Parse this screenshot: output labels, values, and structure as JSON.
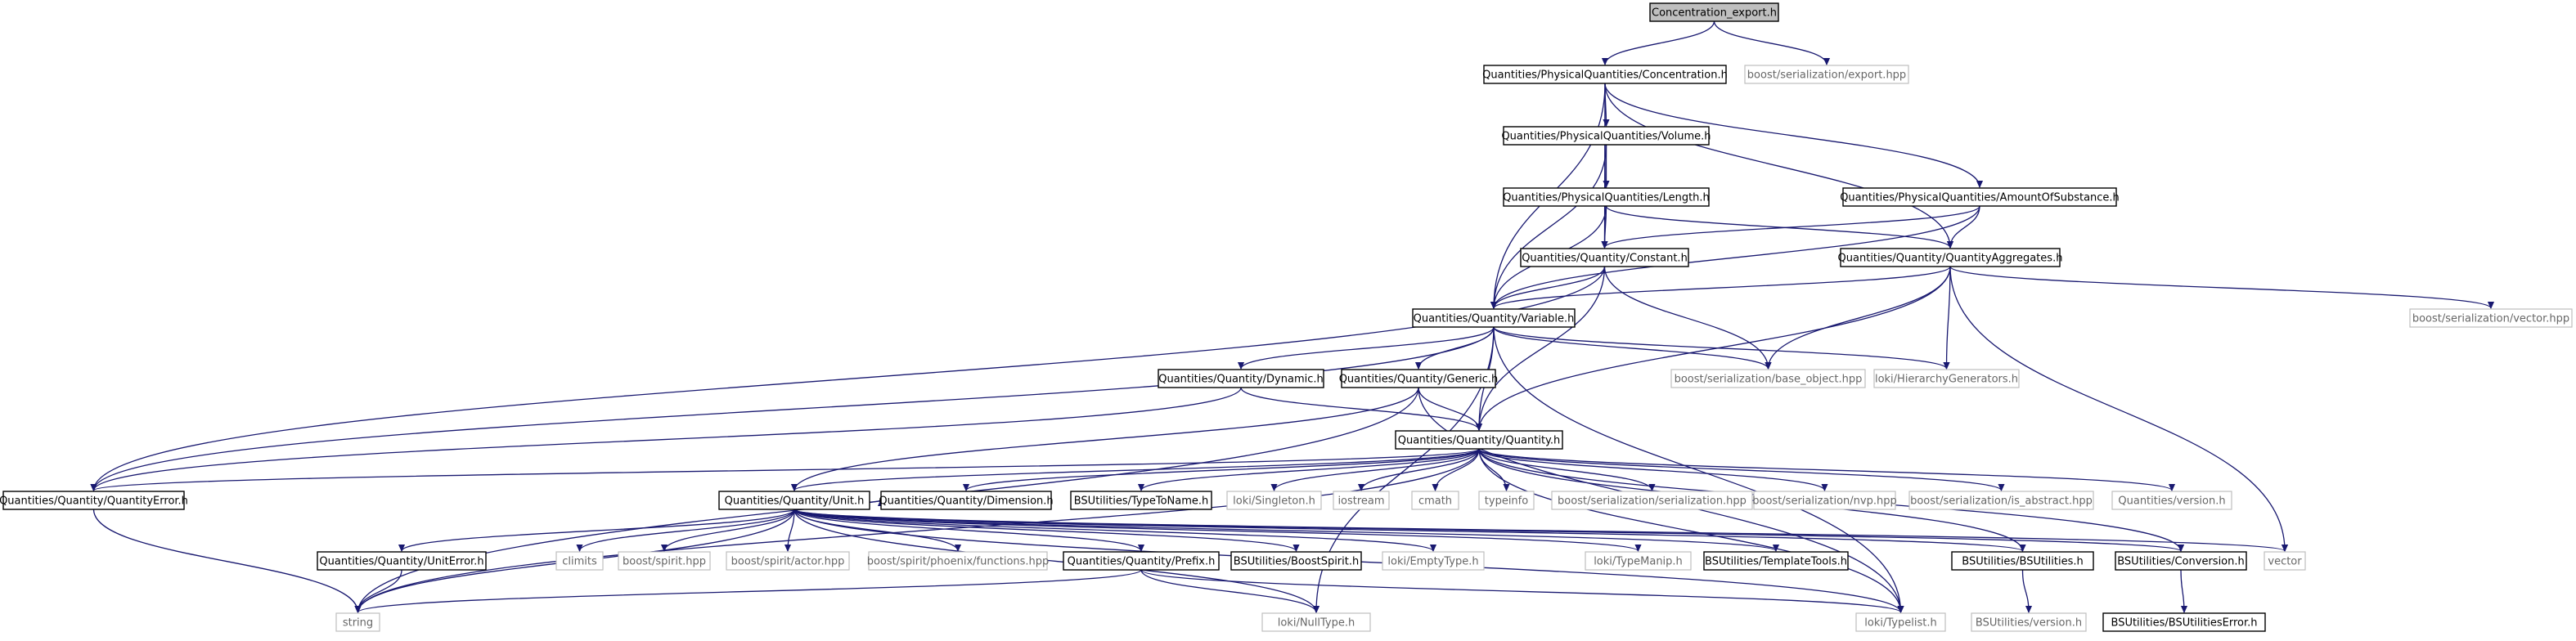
{
  "diagram": {
    "type": "include-dependency-graph",
    "colors": {
      "edge": "#191970",
      "internal_border": "#000000",
      "external_border": "#bfbfbf",
      "external_text": "#666666",
      "root_fill": "#bfbfbf"
    },
    "nodes": [
      {
        "id": "root",
        "label": "Concentration_export.h",
        "kind": "root"
      },
      {
        "id": "conc",
        "label": "Quantities/PhysicalQuantities/Concentration.h",
        "kind": "internal"
      },
      {
        "id": "bse",
        "label": "boost/serialization/export.hpp",
        "kind": "external"
      },
      {
        "id": "vol",
        "label": "Quantities/PhysicalQuantities/Volume.h",
        "kind": "internal"
      },
      {
        "id": "len",
        "label": "Quantities/PhysicalQuantities/Length.h",
        "kind": "internal"
      },
      {
        "id": "aos",
        "label": "Quantities/PhysicalQuantities/AmountOfSubstance.h",
        "kind": "internal"
      },
      {
        "id": "const",
        "label": "Quantities/Quantity/Constant.h",
        "kind": "internal"
      },
      {
        "id": "qagg",
        "label": "Quantities/Quantity/QuantityAggregates.h",
        "kind": "internal"
      },
      {
        "id": "bsvec",
        "label": "boost/serialization/vector.hpp",
        "kind": "external"
      },
      {
        "id": "var",
        "label": "Quantities/Quantity/Variable.h",
        "kind": "internal"
      },
      {
        "id": "dyn",
        "label": "Quantities/Quantity/Dynamic.h",
        "kind": "internal"
      },
      {
        "id": "gen",
        "label": "Quantities/Quantity/Generic.h",
        "kind": "internal"
      },
      {
        "id": "bsbo",
        "label": "boost/serialization/base_object.hpp",
        "kind": "external"
      },
      {
        "id": "lokihg",
        "label": "loki/HierarchyGenerators.h",
        "kind": "external"
      },
      {
        "id": "qty",
        "label": "Quantities/Quantity/Quantity.h",
        "kind": "internal"
      },
      {
        "id": "qerr",
        "label": "Quantities/Quantity/QuantityError.h",
        "kind": "internal"
      },
      {
        "id": "unit",
        "label": "Quantities/Quantity/Unit.h",
        "kind": "internal"
      },
      {
        "id": "dim",
        "label": "Quantities/Quantity/Dimension.h",
        "kind": "internal"
      },
      {
        "id": "bsttn",
        "label": "BSUtilities/TypeToName.h",
        "kind": "internal"
      },
      {
        "id": "lokisingle",
        "label": "loki/Singleton.h",
        "kind": "external"
      },
      {
        "id": "iostream",
        "label": "iostream",
        "kind": "external"
      },
      {
        "id": "cmath",
        "label": "cmath",
        "kind": "external"
      },
      {
        "id": "typeinfo",
        "label": "typeinfo",
        "kind": "external"
      },
      {
        "id": "bsser",
        "label": "boost/serialization/serialization.hpp",
        "kind": "external"
      },
      {
        "id": "bsnvp",
        "label": "boost/serialization/nvp.hpp",
        "kind": "external"
      },
      {
        "id": "bsabs",
        "label": "boost/serialization/is_abstract.hpp",
        "kind": "external"
      },
      {
        "id": "qver",
        "label": "Quantities/version.h",
        "kind": "external"
      },
      {
        "id": "uerr",
        "label": "Quantities/Quantity/UnitError.h",
        "kind": "internal"
      },
      {
        "id": "climits",
        "label": "climits",
        "kind": "external"
      },
      {
        "id": "bspirit",
        "label": "boost/spirit.hpp",
        "kind": "external"
      },
      {
        "id": "bactor",
        "label": "boost/spirit/actor.hpp",
        "kind": "external"
      },
      {
        "id": "bphoenix",
        "label": "boost/spirit/phoenix/functions.hpp",
        "kind": "external"
      },
      {
        "id": "prefix",
        "label": "Quantities/Quantity/Prefix.h",
        "kind": "internal"
      },
      {
        "id": "bsbs",
        "label": "BSUtilities/BoostSpirit.h",
        "kind": "internal"
      },
      {
        "id": "lokiempty",
        "label": "loki/EmptyType.h",
        "kind": "external"
      },
      {
        "id": "lokitm",
        "label": "loki/TypeManip.h",
        "kind": "external"
      },
      {
        "id": "bstt",
        "label": "BSUtilities/TemplateTools.h",
        "kind": "internal"
      },
      {
        "id": "bsutil",
        "label": "BSUtilities/BSUtilities.h",
        "kind": "internal"
      },
      {
        "id": "bsconv",
        "label": "BSUtilities/Conversion.h",
        "kind": "internal"
      },
      {
        "id": "vector",
        "label": "vector",
        "kind": "external"
      },
      {
        "id": "string",
        "label": "string",
        "kind": "external"
      },
      {
        "id": "lokinull",
        "label": "loki/NullType.h",
        "kind": "external"
      },
      {
        "id": "lokitl",
        "label": "loki/Typelist.h",
        "kind": "external"
      },
      {
        "id": "bsver",
        "label": "BSUtilities/version.h",
        "kind": "external"
      },
      {
        "id": "bsconverr",
        "label": "BSUtilities/BSUtilitiesError.h",
        "kind": "internal"
      }
    ],
    "edges": [
      [
        "root",
        "conc"
      ],
      [
        "root",
        "bse"
      ],
      [
        "conc",
        "vol"
      ],
      [
        "conc",
        "aos"
      ],
      [
        "conc",
        "const"
      ],
      [
        "conc",
        "qagg"
      ],
      [
        "conc",
        "var"
      ],
      [
        "vol",
        "len"
      ],
      [
        "vol",
        "const"
      ],
      [
        "vol",
        "var"
      ],
      [
        "len",
        "const"
      ],
      [
        "len",
        "qagg"
      ],
      [
        "len",
        "var"
      ],
      [
        "aos",
        "const"
      ],
      [
        "aos",
        "qagg"
      ],
      [
        "aos",
        "var"
      ],
      [
        "const",
        "var"
      ],
      [
        "const",
        "qty"
      ],
      [
        "const",
        "bsbo"
      ],
      [
        "const",
        "qerr"
      ],
      [
        "qagg",
        "var"
      ],
      [
        "qagg",
        "qty"
      ],
      [
        "qagg",
        "bsbo"
      ],
      [
        "qagg",
        "lokihg"
      ],
      [
        "qagg",
        "bsvec"
      ],
      [
        "qagg",
        "vector"
      ],
      [
        "var",
        "dyn"
      ],
      [
        "var",
        "gen"
      ],
      [
        "var",
        "qty"
      ],
      [
        "var",
        "bsbo"
      ],
      [
        "var",
        "lokihg"
      ],
      [
        "var",
        "qerr"
      ],
      [
        "var",
        "lokinull"
      ],
      [
        "var",
        "lokitl"
      ],
      [
        "dyn",
        "qty"
      ],
      [
        "dyn",
        "qerr"
      ],
      [
        "gen",
        "qty"
      ],
      [
        "gen",
        "unit"
      ],
      [
        "gen",
        "string"
      ],
      [
        "gen",
        "lokitl"
      ],
      [
        "qty",
        "unit"
      ],
      [
        "qty",
        "dim"
      ],
      [
        "qty",
        "bsttn"
      ],
      [
        "qty",
        "lokisingle"
      ],
      [
        "qty",
        "iostream"
      ],
      [
        "qty",
        "cmath"
      ],
      [
        "qty",
        "typeinfo"
      ],
      [
        "qty",
        "bsser"
      ],
      [
        "qty",
        "bsnvp"
      ],
      [
        "qty",
        "bsabs"
      ],
      [
        "qty",
        "qver"
      ],
      [
        "qty",
        "qerr"
      ],
      [
        "qty",
        "string"
      ],
      [
        "qty",
        "bsutil"
      ],
      [
        "qty",
        "bsconv"
      ],
      [
        "qty",
        "lokitl"
      ],
      [
        "qerr",
        "string"
      ],
      [
        "unit",
        "dim"
      ],
      [
        "unit",
        "uerr"
      ],
      [
        "unit",
        "climits"
      ],
      [
        "unit",
        "bspirit"
      ],
      [
        "unit",
        "bactor"
      ],
      [
        "unit",
        "bphoenix"
      ],
      [
        "unit",
        "prefix"
      ],
      [
        "unit",
        "bsbs"
      ],
      [
        "unit",
        "lokiempty"
      ],
      [
        "unit",
        "lokitm"
      ],
      [
        "unit",
        "bstt"
      ],
      [
        "unit",
        "bsutil"
      ],
      [
        "unit",
        "bsconv"
      ],
      [
        "unit",
        "vector"
      ],
      [
        "unit",
        "string"
      ],
      [
        "unit",
        "lokinull"
      ],
      [
        "unit",
        "lokitl"
      ],
      [
        "uerr",
        "string"
      ],
      [
        "prefix",
        "string"
      ],
      [
        "prefix",
        "lokinull"
      ],
      [
        "prefix",
        "lokitl"
      ],
      [
        "bsutil",
        "bsver"
      ],
      [
        "bsconv",
        "bsconverr"
      ]
    ]
  }
}
